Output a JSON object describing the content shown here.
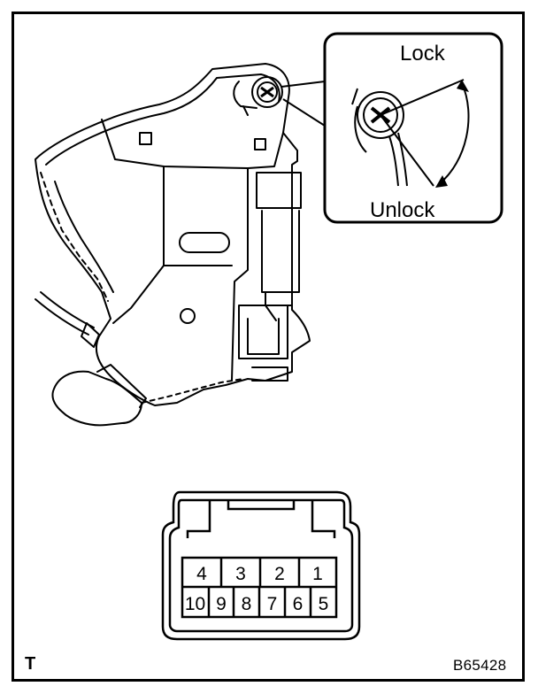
{
  "inset": {
    "lock_label": "Lock",
    "unlock_label": "Unlock"
  },
  "connector": {
    "top_row": [
      "4",
      "3",
      "2",
      "1"
    ],
    "bottom_row": [
      "10",
      "9",
      "8",
      "7",
      "6",
      "5"
    ]
  },
  "footer": {
    "corner_label": "T",
    "figure_id": "B65428"
  }
}
